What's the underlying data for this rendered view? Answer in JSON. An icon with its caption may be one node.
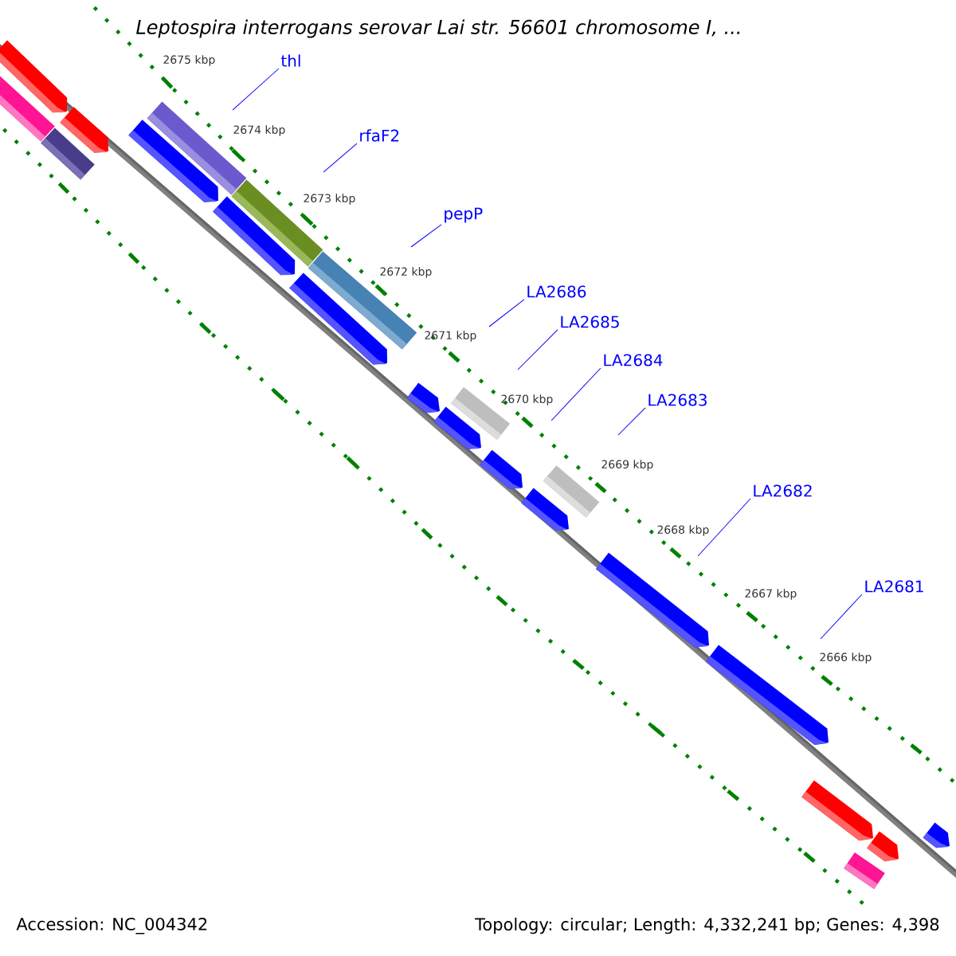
{
  "diagram": {
    "title": "Leptospira interrogans serovar Lai str. 56601 chromosome I, ...",
    "nodes": [
      {
        "text": [
          "thl"
        ]
      },
      {
        "text": [
          "rfaF2"
        ]
      },
      {
        "text": [
          "pepP"
        ]
      },
      {
        "text": [
          "LA2686"
        ]
      },
      {
        "text": [
          "LA2685"
        ]
      },
      {
        "text": [
          "LA2684"
        ]
      },
      {
        "text": [
          "LA2683"
        ]
      },
      {
        "text": [
          "LA2682"
        ]
      },
      {
        "text": [
          "LA2681"
        ]
      }
    ],
    "edges": [
      {
        "from": 0,
        "to": null,
        "arrow": "none"
      },
      {
        "from": 1,
        "to": null,
        "arrow": "none"
      },
      {
        "from": 2,
        "to": null,
        "arrow": "none"
      },
      {
        "from": 3,
        "to": null,
        "arrow": "none"
      },
      {
        "from": 4,
        "to": null,
        "arrow": "none"
      },
      {
        "from": 5,
        "to": null,
        "arrow": "none"
      },
      {
        "from": 6,
        "to": null,
        "arrow": "none"
      },
      {
        "from": 7,
        "to": null,
        "arrow": "none"
      },
      {
        "from": 8,
        "to": null,
        "arrow": "none"
      }
    ],
    "labels": [
      "2675 kbp",
      "2674 kbp",
      "2673 kbp",
      "2672 kbp",
      "2671 kbp",
      "2670 kbp",
      "2669 kbp",
      "2668 kbp",
      "2667 kbp",
      "2666 kbp",
      "Accession: NC_004342",
      "Topology: circular; Length: 4,332,241 bp; Genes: 4,398"
    ]
  }
}
